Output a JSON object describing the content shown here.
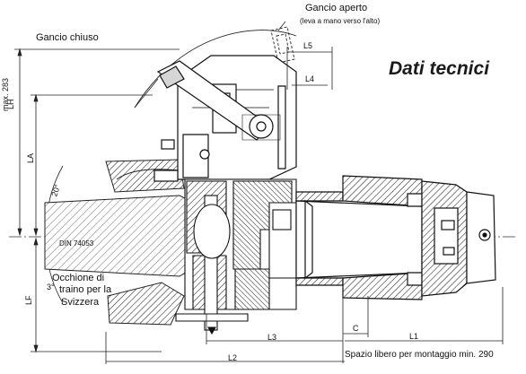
{
  "title": "Dati tecnici",
  "callouts": {
    "hook_closed": "Gancio chiuso",
    "hook_open": "Gancio aperto",
    "hook_open_note": "(leva a mano verso l'alto)",
    "eye_line1": "Occhione di",
    "eye_line2": "traino per la",
    "eye_line3": "Svizzera",
    "din": "DIN 74053",
    "free_space": "Spazio libero per montaggio min. 290"
  },
  "dimensions": {
    "L1": "L1",
    "L2": "L2",
    "L3": "L3",
    "L4": "L4",
    "L5": "L5",
    "C": "C",
    "LA": "LA",
    "LF": "LF",
    "LH": "LH",
    "max": "max. 283",
    "angle_top": "20°",
    "angle_bottom": "3°"
  },
  "colors": {
    "line": "#1a1a1a",
    "body": "#ffffff",
    "hatch": "#2a2a2a",
    "shade": "#d6d6d6"
  }
}
